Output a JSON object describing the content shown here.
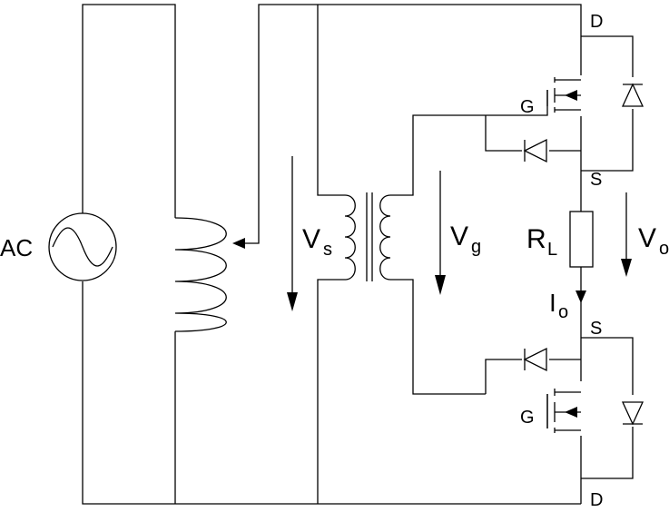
{
  "labels": {
    "ac": "AC",
    "vs_main": "V",
    "vs_sub": "s",
    "vg_main": "V",
    "vg_sub": "g",
    "rl_main": "R",
    "rl_sub": "L",
    "vo_main": "V",
    "vo_sub": "o",
    "io_main": "I",
    "io_sub": "o",
    "top_drain": "D",
    "top_gate": "G",
    "top_source": "S",
    "bottom_source": "S",
    "bottom_gate": "G",
    "bottom_drain": "D"
  }
}
